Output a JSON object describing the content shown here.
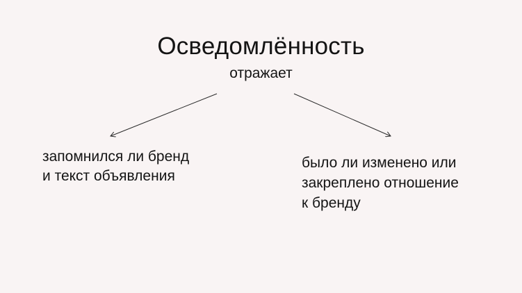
{
  "diagram": {
    "title": "Осведомлённость",
    "subtitle": "отражает",
    "branches": [
      {
        "lines": [
          "запомнился ли бренд",
          "и текст объявления"
        ]
      },
      {
        "lines": [
          "было ли изменено или",
          "закреплено отношение",
          "к бренду"
        ]
      }
    ],
    "colors": {
      "background": "#f9f4f4",
      "text": "#141414",
      "arrow": "#2a2a2a"
    }
  }
}
